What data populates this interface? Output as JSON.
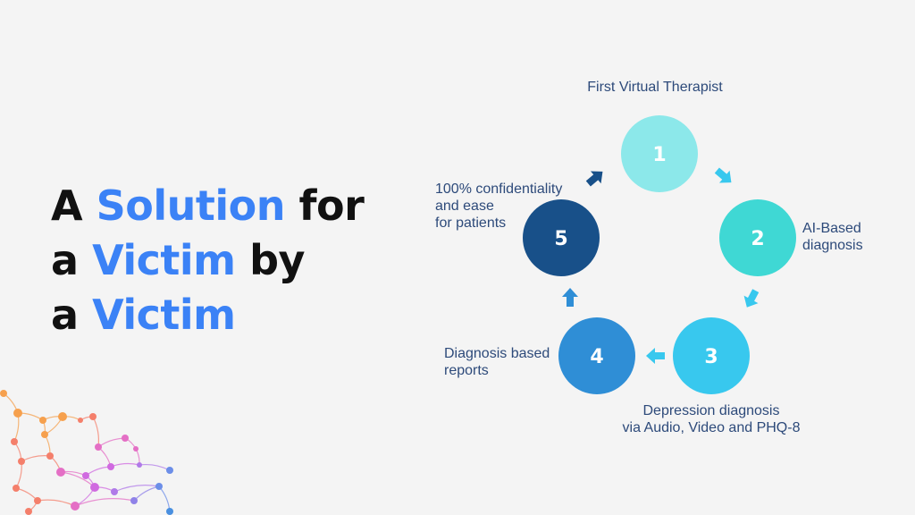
{
  "headline": {
    "line1_pre": "A ",
    "line1_hl": "Solution",
    "line1_post": " for",
    "line2_pre": "a ",
    "line2_hl": "Victim",
    "line2_post": " by",
    "line3_pre": "a ",
    "line3_hl": "Victim"
  },
  "colors": {
    "accent": "#3b82f6",
    "text": "#111111",
    "caption": "#2d4a7a",
    "background": "#f4f4f4"
  },
  "steps": [
    {
      "number": "1",
      "caption": [
        "First Virtual Therapist"
      ],
      "color": "#8ce8ea"
    },
    {
      "number": "2",
      "caption": [
        "AI-Based",
        "diagnosis"
      ],
      "color": "#3fd8d4"
    },
    {
      "number": "3",
      "caption": [
        "Depression diagnosis",
        "via Audio, Video and PHQ-8"
      ],
      "color": "#38c8ee"
    },
    {
      "number": "4",
      "caption": [
        "Diagnosis based",
        "reports"
      ],
      "color": "#2f8ed6"
    },
    {
      "number": "5",
      "caption": [
        "100% confidentiality",
        "and ease",
        "for patients"
      ],
      "color": "#185089"
    }
  ],
  "arrow_colors": [
    "#38c8ee",
    "#38c8ee",
    "#38c8ee",
    "#2f8ed6",
    "#185089"
  ]
}
